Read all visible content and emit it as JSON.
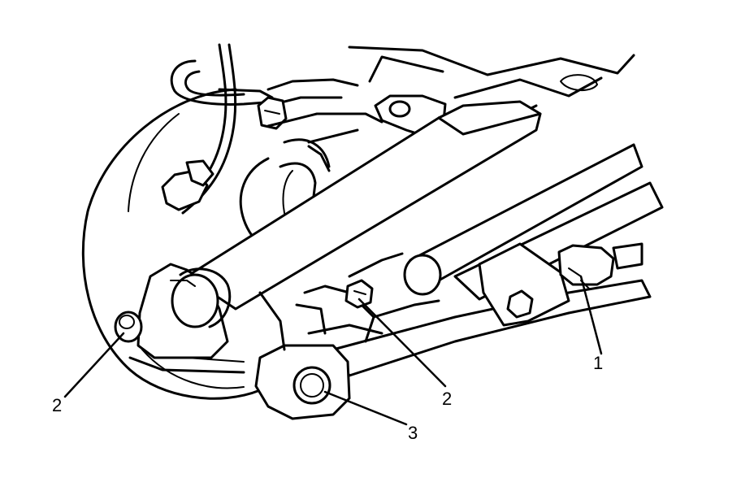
{
  "callouts": [
    {
      "id": "1",
      "label": "1"
    },
    {
      "id": "2a",
      "label": "2"
    },
    {
      "id": "2b",
      "label": "2"
    },
    {
      "id": "3",
      "label": "3"
    }
  ],
  "colors": {
    "line": "#000000",
    "background": "#ffffff"
  }
}
